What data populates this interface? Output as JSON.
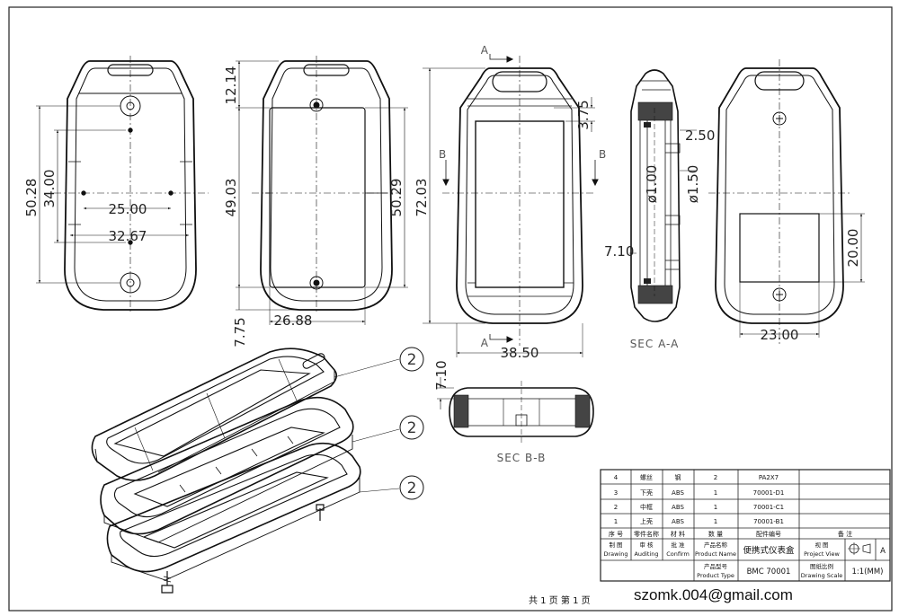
{
  "front_view": {
    "dims": {
      "height_outer": "50.28",
      "height_inner": "34.00",
      "hole_span": "25.00",
      "width_span": "32.67"
    }
  },
  "second_view": {
    "dims": {
      "top": "12.14",
      "mid": "49.03",
      "right": "50.29",
      "bottom_width": "26.88",
      "bottom_offset": "7.75"
    }
  },
  "third_view": {
    "dims": {
      "total_height": "72.03",
      "top_offset": "3.75",
      "width": "38.50"
    },
    "section_marks": {
      "a": "A",
      "b": "B"
    }
  },
  "section_aa": {
    "label": "SEC A-A",
    "dims": {
      "d1": "2.50",
      "d2": "ø1.00",
      "d3": "ø1.50",
      "d4": "7.10"
    }
  },
  "section_bb": {
    "label": "SEC B-B",
    "dims": {
      "h": "7.10"
    }
  },
  "back_view": {
    "dims": {
      "height": "20.00",
      "width": "23.00"
    }
  },
  "callouts": [
    "2",
    "2",
    "2"
  ],
  "title_block": {
    "parts": [
      {
        "no": "4",
        "name": "螺丝",
        "material": "钢",
        "qty": "2",
        "code": "PA2X7",
        "note": ""
      },
      {
        "no": "3",
        "name": "下壳",
        "material": "ABS",
        "qty": "1",
        "code": "70001-D1",
        "note": ""
      },
      {
        "no": "2",
        "name": "中框",
        "material": "ABS",
        "qty": "1",
        "code": "70001-C1",
        "note": ""
      },
      {
        "no": "1",
        "name": "上壳",
        "material": "ABS",
        "qty": "1",
        "code": "70001-B1",
        "note": ""
      }
    ],
    "headers": {
      "no": "序 号",
      "name": "零件名称",
      "material": "材 料",
      "qty": "数 量",
      "code": "配件编号",
      "note": "备 注"
    },
    "drawing_cn": "制 图",
    "drawing_en": "Drawing",
    "auditing_cn": "审 核",
    "auditing_en": "Auditing",
    "confirm_cn": "批 准",
    "confirm_en": "Confirm",
    "product_name_cn": "产品名称",
    "product_name_en": "Product Name",
    "product_name": "便携式仪表盒",
    "product_type_cn": "产品型号",
    "product_type_en": "Product Type",
    "product_type": "BMC 70001",
    "view_cn": "视 图",
    "view_en": "Project View",
    "scale_cn": "图纸比例",
    "scale_en": "Drawing Scale",
    "scale": "1:1(MM)",
    "sheet": "A"
  },
  "page_info": "共 1 页   第 1 页",
  "email": "szomk.004@gmail.com"
}
